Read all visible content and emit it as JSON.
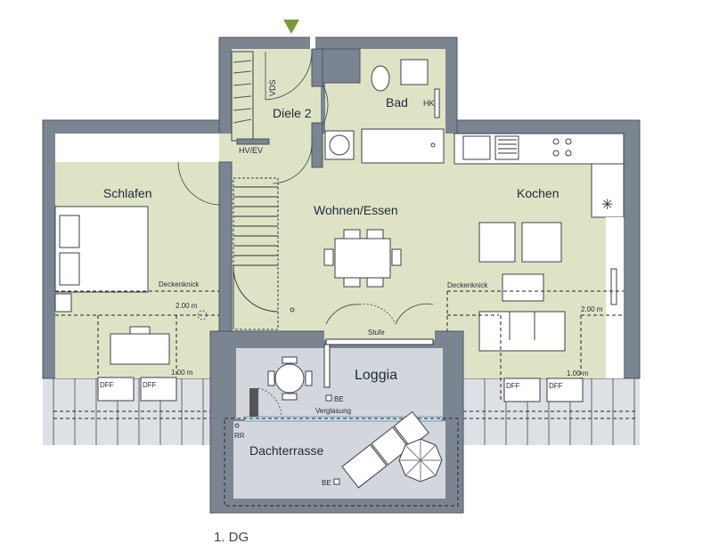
{
  "plan": {
    "caption": "1. DG",
    "entrance_color": "#7a9a3a",
    "rooms": {
      "schlafen": "Schlafen",
      "diele": "Diele 2",
      "bad": "Bad",
      "wohnen": "Wohnen/Essen",
      "kochen": "Kochen",
      "loggia": "Loggia",
      "dachterrasse": "Dachterrasse"
    },
    "labels": {
      "vds": "VDS",
      "hk": "HK",
      "hv_ev": "HV/EV",
      "deckenknick_left": "Deckenknick",
      "deckenknick_right": "Deckenknick",
      "height_200_left": "2.00 m",
      "height_200_right": "2.00 m",
      "height_100_left": "1.00 m",
      "height_100_right": "1.00 m",
      "dff": [
        "DFF",
        "DFF",
        "DFF",
        "DFF"
      ],
      "stufe": "Stufe",
      "be_loggia": "BE",
      "verglasung": "Verglasung",
      "rr": "RR",
      "be_terrasse": "BE"
    }
  }
}
